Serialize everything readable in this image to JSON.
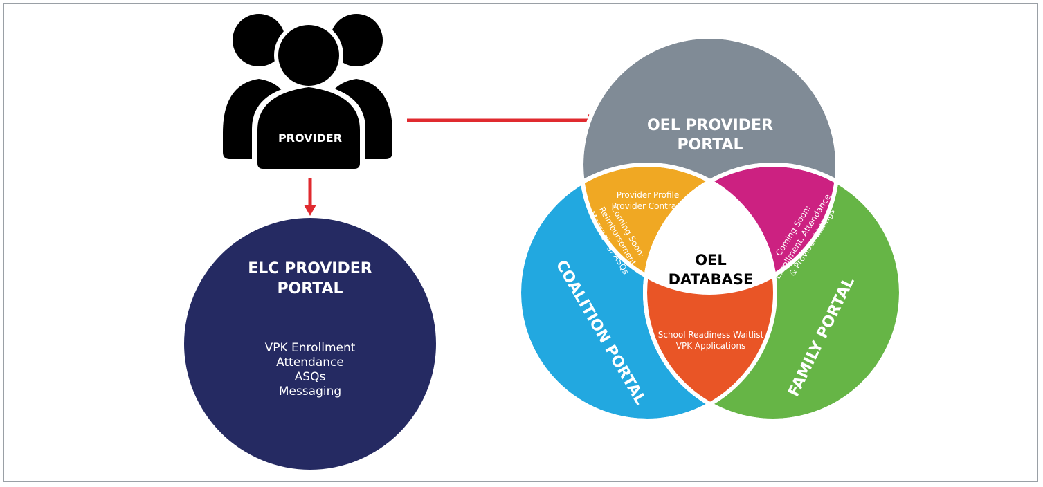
{
  "provider": {
    "label": "PROVIDER"
  },
  "elc": {
    "title_line1": "ELC PROVIDER",
    "title_line2": "PORTAL",
    "items": [
      "VPK Enrollment",
      "Attendance",
      "ASQs",
      "Messaging"
    ]
  },
  "oel": {
    "title_line1": "OEL PROVIDER",
    "title_line2": "PORTAL"
  },
  "coalition": {
    "label": "COALITION PORTAL"
  },
  "family": {
    "label": "FAMILY PORTAL"
  },
  "database": {
    "line1": "OEL",
    "line2": "DATABASE"
  },
  "overlap_oel_coalition": {
    "line1": "Provider Profile",
    "line2": "Provider Contract",
    "soon1": "Coming Soon:",
    "soon2": "Reimbursement,",
    "soon3": "Messaging, ASQs"
  },
  "overlap_oel_family": {
    "line1": "Coming Soon:",
    "line2": "Enrollment, Attendance",
    "line3": "& Provider Listings"
  },
  "overlap_coalition_family": {
    "line1": "School Readiness Waitlist",
    "line2": "VPK Applications"
  },
  "colors": {
    "elc_circle": "#252a62",
    "oel_circle": "#808b96",
    "coalition_circle": "#22a8e0",
    "family_circle": "#66b546",
    "overlap_orange": "#f0a823",
    "overlap_magenta": "#cc2181",
    "overlap_red": "#e95526",
    "arrow": "#e02a2f",
    "provider_icon": "#000000"
  }
}
